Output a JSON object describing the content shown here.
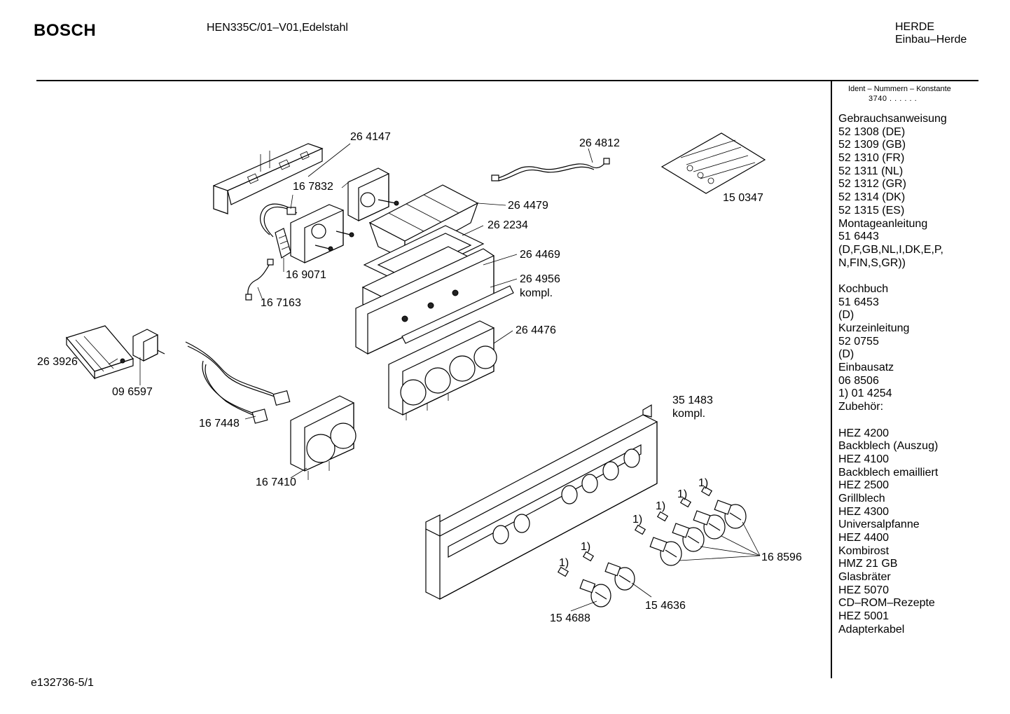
{
  "header": {
    "brand": "BOSCH",
    "model": "HEN335C/01–V01,Edelstahl",
    "category": "HERDE",
    "subcategory": "Einbau–Herde"
  },
  "ident": {
    "title": "Ident – Nummern – Konstante",
    "code": "3740 .  .  .  .  .  ."
  },
  "sidebar": [
    "Gebrauchsanweisung",
    "52 1308 (DE)",
    "52 1309 (GB)",
    "52 1310 (FR)",
    "52 1311 (NL)",
    "52 1312 (GR)",
    "52 1314 (DK)",
    "52 1315 (ES)",
    "Montageanleitung",
    "51 6443",
    "(D,F,GB,NL,I,DK,E,P,",
    "N,FIN,S,GR))",
    "",
    "Kochbuch",
    "51 6453",
    "(D)",
    "Kurzeinleitung",
    "52 0755",
    "(D)",
    "Einbausatz",
    "06 8506",
    "1)  01 4254",
    "Zubehör:",
    "",
    "HEZ 4200",
    "Backblech (Auszug)",
    "HEZ 4100",
    "Backblech emailliert",
    "HEZ 2500",
    "Grillblech",
    "HEZ 4300",
    "Universalpfanne",
    "HEZ 4400",
    "Kombirost",
    "HMZ 21 GB",
    "Glasbräter",
    "HEZ 5070",
    "CD–ROM–Rezepte",
    "HEZ 5001",
    "Adapterkabel"
  ],
  "parts": {
    "p264147": "26 4147",
    "p264812": "26 4812",
    "p167832": "16 7832",
    "p150347": "15 0347",
    "p264479": "26 4479",
    "p262234": "26 2234",
    "p264469": "26 4469",
    "p264956": "26 4956",
    "kompl1": "kompl.",
    "p169071": "16 9071",
    "p167163": "16 7163",
    "p264476": "26 4476",
    "p263926": "26 3926",
    "p096597": "09 6597",
    "p351483": "35 1483",
    "kompl2": "kompl.",
    "p167448": "16 7448",
    "p167410": "16 7410",
    "p168596": "16 8596",
    "p154636": "15 4636",
    "p154688": "15 4688"
  },
  "footnote_mark": "1)",
  "footer": {
    "doc_id": "e132736-5/1"
  }
}
